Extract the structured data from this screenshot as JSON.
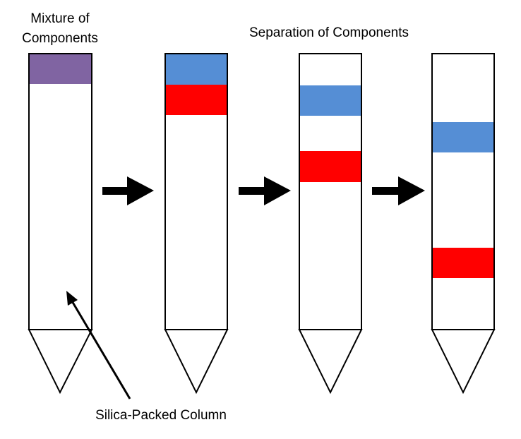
{
  "labels": {
    "mixture_line1": "Mixture of",
    "mixture_line2": "Components",
    "separation": "Separation of Components",
    "silica": "Silica-Packed Column"
  },
  "colors": {
    "mixture": "#8064a2",
    "blue_component": "#558ed5",
    "red_component": "#ff0000",
    "outline": "#000000",
    "arrow": "#000000"
  },
  "columns": [
    {
      "name": "column-1-mixture",
      "bands": [
        {
          "component": "mixture"
        }
      ]
    },
    {
      "name": "column-2",
      "bands": [
        {
          "component": "blue_component"
        },
        {
          "component": "red_component"
        }
      ]
    },
    {
      "name": "column-3",
      "bands": [
        {
          "component": "blue_component"
        },
        {
          "component": "red_component"
        }
      ]
    },
    {
      "name": "column-4",
      "bands": [
        {
          "component": "blue_component"
        },
        {
          "component": "red_component"
        }
      ]
    }
  ]
}
